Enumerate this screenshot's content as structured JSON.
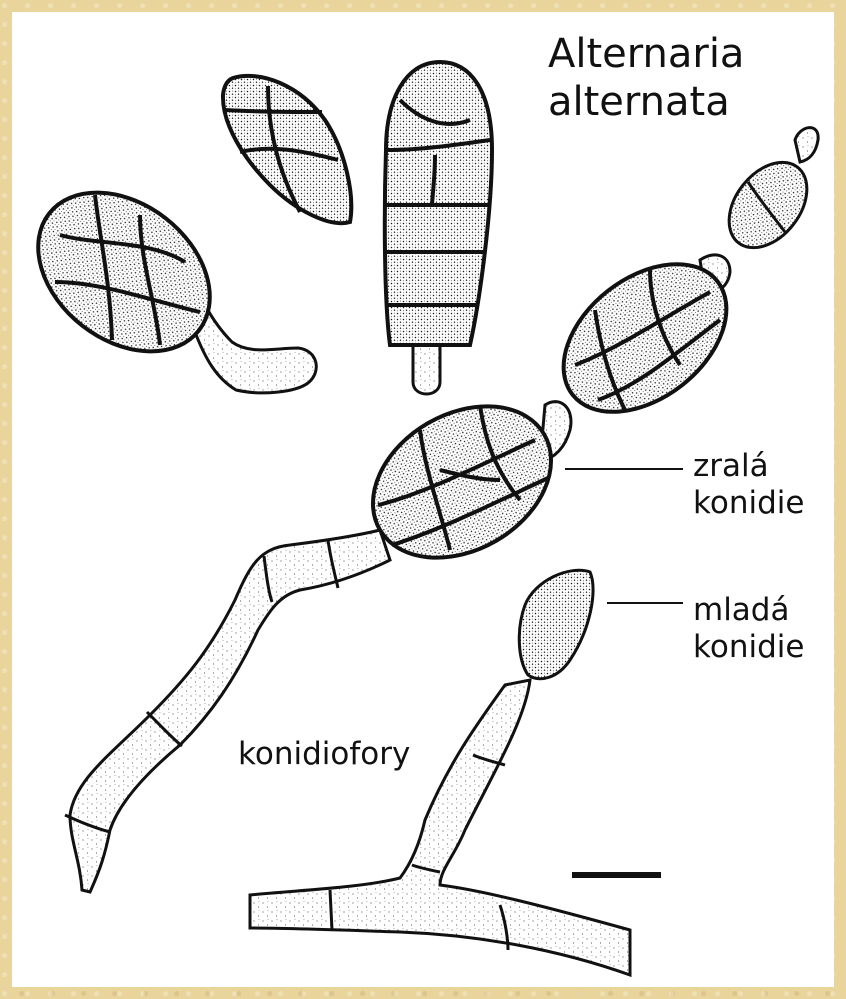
{
  "title": {
    "line1": "Alternaria",
    "line2": "alternata"
  },
  "labels": {
    "mature_conidia": {
      "line1": "zralá",
      "line2": "konidie"
    },
    "young_conidia": {
      "line1": "mladá",
      "line2": "konidie"
    },
    "conidiophores": "konidiofory"
  },
  "colors": {
    "background": "#e9d59c",
    "panel": "#ffffff",
    "ink": "#111111"
  }
}
